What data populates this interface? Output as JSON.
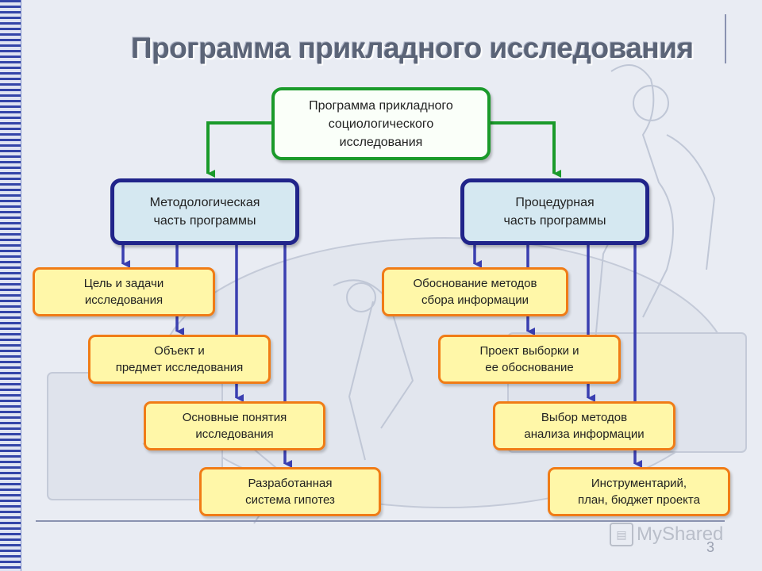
{
  "slide": {
    "title": "Программа прикладного исследования",
    "page_number": "3",
    "watermark": "MyShared"
  },
  "diagram": {
    "root": {
      "label": "Программа прикладного\nсоциологического\nисследования"
    },
    "branches": [
      {
        "label": "Методологическая\nчасть программы",
        "items": [
          "Цель и задачи\nисследования",
          "Объект и\nпредмет исследования",
          "Основные понятия\nисследования",
          "Разработанная\nсистема гипотез"
        ]
      },
      {
        "label": "Процедурная\nчасть программы",
        "items": [
          "Обоснование методов\nсбора информации",
          "Проект выборки и\nее обоснование",
          "Выбор методов\nанализа информации",
          "Инструментарий,\nплан, бюджет проекта"
        ]
      }
    ]
  },
  "colors": {
    "root_border": "#1a9a2a",
    "branch_border": "#20248a",
    "branch_fill": "#d5e8f1",
    "leaf_border": "#f07c16",
    "leaf_fill": "#fff7a8",
    "title": "#5b6477",
    "binding": "#3344a8"
  },
  "icons": [
    "binding-strip",
    "myshared-logo-icon"
  ]
}
